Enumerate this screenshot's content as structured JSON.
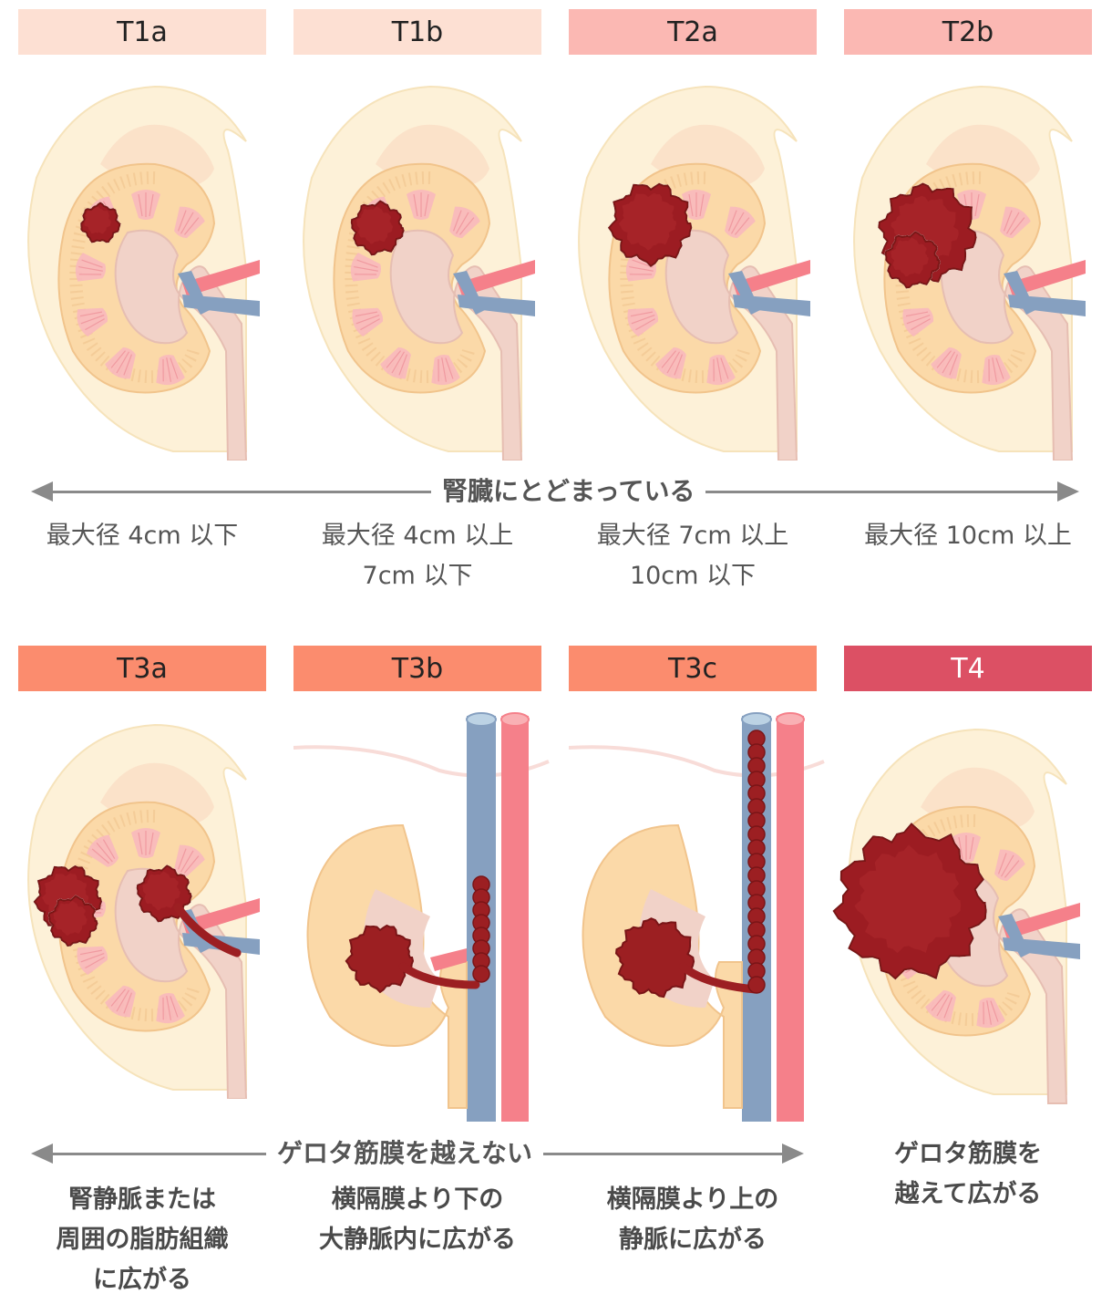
{
  "stages_row1": [
    {
      "label": "T1a",
      "color": "#fde0d3"
    },
    {
      "label": "T1b",
      "color": "#fde0d3"
    },
    {
      "label": "T2a",
      "color": "#fbb8b3"
    },
    {
      "label": "T2b",
      "color": "#fbb8b3"
    }
  ],
  "stages_row2": [
    {
      "label": "T3a",
      "color": "#fb8c6e"
    },
    {
      "label": "T3b",
      "color": "#fb8c6e"
    },
    {
      "label": "T3c",
      "color": "#fb8c6e"
    },
    {
      "label": "T4",
      "color": "#dc5064"
    }
  ],
  "arrow1_text": "腎臓にとどまっている",
  "arrow2_text": "ゲロタ筋膜を越えない",
  "captions_row1": [
    {
      "line1": "最大径 4cm 以下",
      "line2": ""
    },
    {
      "line1": "最大径 4cm 以上",
      "line2": "7cm 以下"
    },
    {
      "line1": "最大径 7cm 以上",
      "line2": "10cm 以下"
    },
    {
      "line1": "最大径 10cm 以上",
      "line2": ""
    }
  ],
  "captions_row2": [
    {
      "line1": "腎静脈または",
      "line2": "周囲の脂肪組織",
      "line3": "に広がる"
    },
    {
      "line1": "横隔膜より下の",
      "line2": "大静脈内に広がる",
      "line3": ""
    },
    {
      "line1": "横隔膜より上の",
      "line2": "静脈に広がる",
      "line3": ""
    },
    {
      "line1": "ゲロタ筋膜を",
      "line2": "越えて広がる",
      "line3": ""
    }
  ],
  "colors": {
    "fat": "#fdf1d8",
    "kidney": "#fbd9a8",
    "cortex_line": "#f1c48c",
    "pelvis": "#f1d2c8",
    "pyramid": "#f8b8bc",
    "adrenal": "#fbe0c8",
    "tumor": "#9c1f22",
    "vein": "#86a0c0",
    "artery": "#f5808a",
    "arrow": "#8a8a8a"
  }
}
